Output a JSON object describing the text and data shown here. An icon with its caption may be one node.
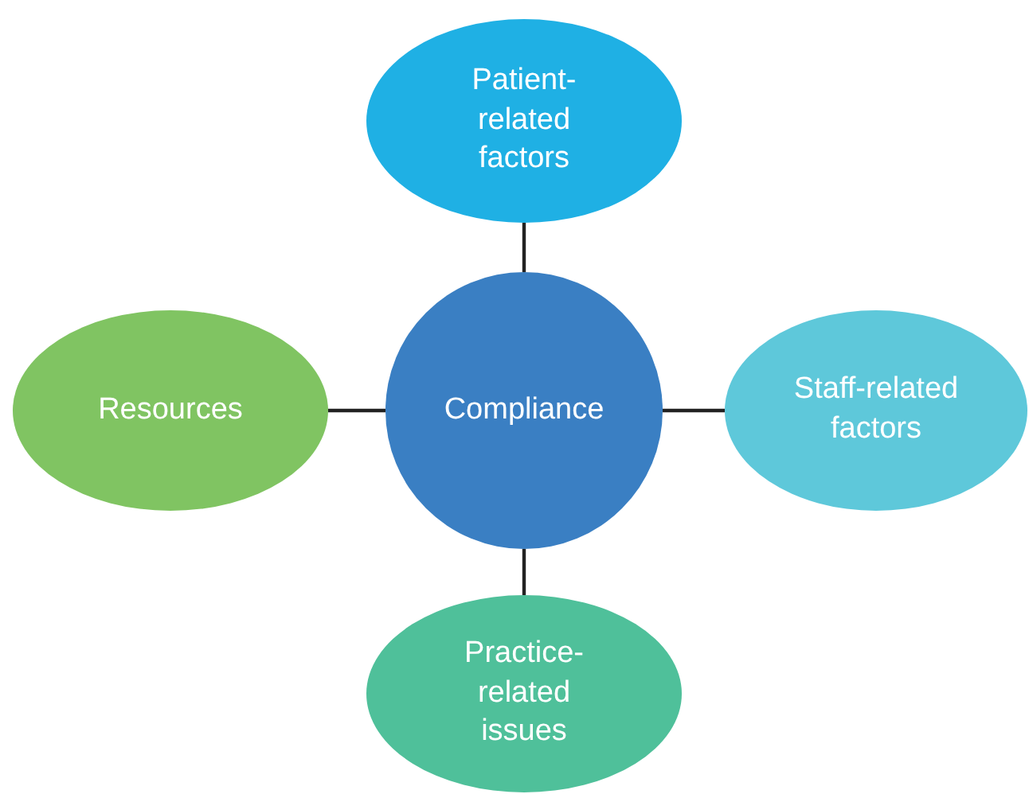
{
  "diagram": {
    "nodes": [
      {
        "text": [
          "Patient-related factors"
        ]
      },
      {
        "text": [
          "Resources"
        ]
      },
      {
        "text": [
          "Compliance"
        ]
      },
      {
        "text": [
          "Staff-related factors"
        ]
      },
      {
        "text": [
          "Practice-related issues"
        ]
      }
    ],
    "edges": [
      {
        "from": 2,
        "to": 0,
        "arrow": "none"
      },
      {
        "from": 2,
        "to": 1,
        "arrow": "none"
      },
      {
        "from": 2,
        "to": 3,
        "arrow": "none"
      },
      {
        "from": 2,
        "to": 4,
        "arrow": "none"
      }
    ]
  }
}
